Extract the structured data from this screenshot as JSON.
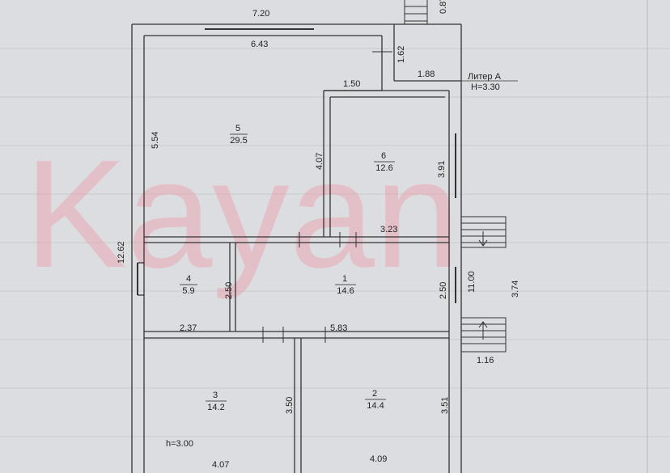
{
  "watermark": "Kayan",
  "header_fragment": "0.87",
  "litera": {
    "name": "Литер А",
    "height": "Н=3.30"
  },
  "floor_height": "h=3.00",
  "rooms": [
    {
      "id": "5",
      "area": "29.5"
    },
    {
      "id": "6",
      "area": "12.6"
    },
    {
      "id": "4",
      "area": "5.9"
    },
    {
      "id": "1",
      "area": "14.6"
    },
    {
      "id": "3",
      "area": "14.2"
    },
    {
      "id": "2",
      "area": "14.4"
    }
  ],
  "dimensions": {
    "top_outer": "7.20",
    "top_inner": "6.43",
    "porch_vertical": "1.62",
    "porch_width": "1.88",
    "room5_right_step": "1.50",
    "room5_height": "5.54",
    "room6_left": "4.07",
    "room6_right": "3.91",
    "room6_bottom": "3.23",
    "total_left": "12.62",
    "room4_right": "2.50",
    "room1_right": "2.50",
    "stairs_inner": "11.00",
    "stairs_outer": "3.74",
    "room4_bottom": "2.37",
    "room1_bottom": "5.83",
    "stairs_width": "1.16",
    "room3_right": "3.50",
    "room2_right": "3.51",
    "room3_bottom": "4.07",
    "room2_bottom": "4.09"
  }
}
